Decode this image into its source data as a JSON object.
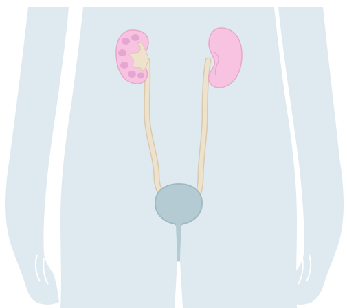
{
  "diagram": {
    "type": "anatomical-illustration",
    "structures": [
      "body-silhouette",
      "right-kidney-cross-section",
      "left-kidney",
      "right-ureter",
      "left-ureter",
      "bladder",
      "urethra"
    ],
    "colors": {
      "background": "#ffffff",
      "body": "#dfeaf0",
      "kidney": "#f7c3e1",
      "kidney_outline": "#e8a7cc",
      "kidney_pyramids": "#e6a6d2",
      "renal_pelvis": "#efe2cd",
      "ureter": "#efe2cd",
      "ureter_outline": "#d9c9ad",
      "bladder": "#b4cbd3",
      "bladder_outline": "#9fbac4"
    },
    "labels": []
  }
}
